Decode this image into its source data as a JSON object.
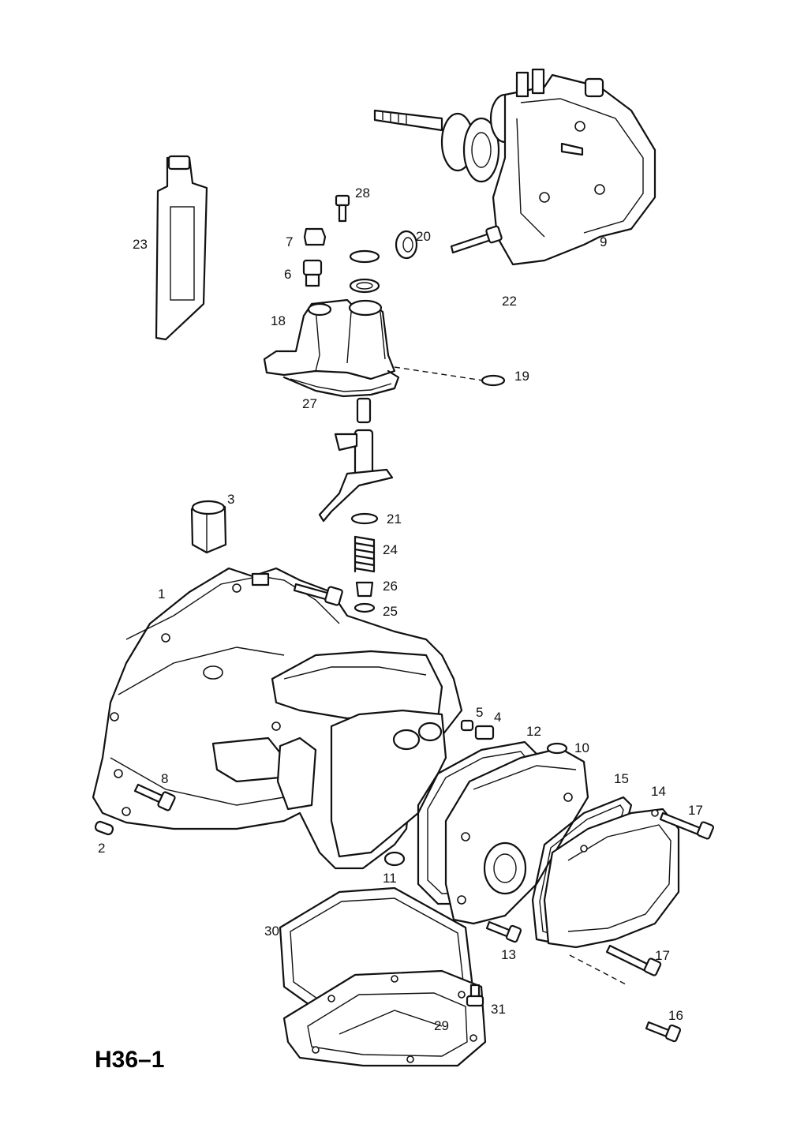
{
  "diagram_id": "H36–1",
  "callouts": [
    "1",
    "2",
    "3",
    "4",
    "5",
    "6",
    "7",
    "8",
    "9",
    "10",
    "11",
    "12",
    "13",
    "14",
    "15",
    "16",
    "17",
    "17",
    "18",
    "19",
    "20",
    "21",
    "22",
    "23",
    "24",
    "25",
    "26",
    "27",
    "28",
    "29",
    "30",
    "31"
  ]
}
